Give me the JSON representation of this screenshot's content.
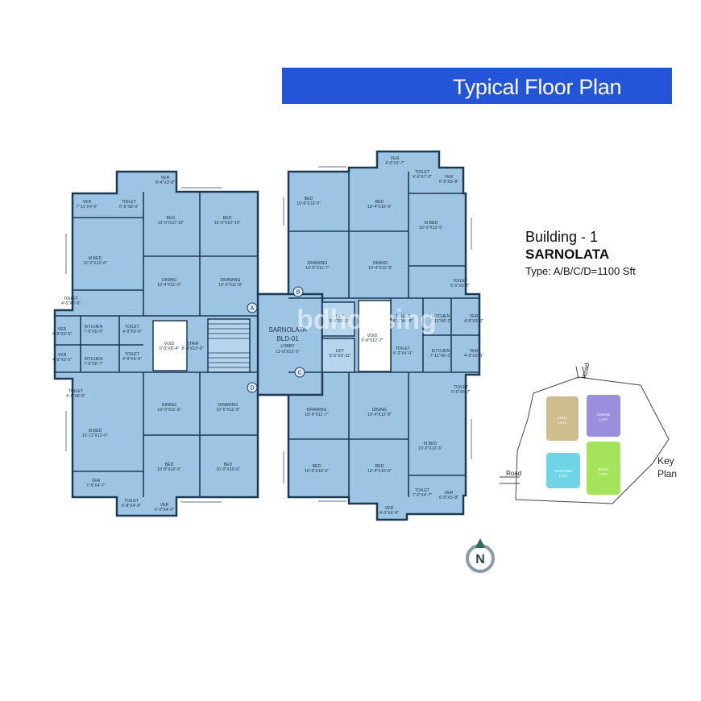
{
  "header": {
    "title": "Typical Floor Plan"
  },
  "building": {
    "heading": "Building - 1",
    "name": "SARNOLATA",
    "type": "Type: A/B/C/D=1100 Sft"
  },
  "watermark": "bdhousing",
  "colors": {
    "banner": "#2454d8",
    "room": "#9ec4e4",
    "wall": "#1d3a55"
  },
  "plan": {
    "lobby_labels": [
      "SARNOLATA",
      "BLD-01",
      "LOBBY",
      "11'-0\"X12'-9\""
    ],
    "markers": [
      "A",
      "B",
      "C",
      "D"
    ],
    "rooms": [
      {
        "name": "VER",
        "dim": "8'-4\"X3'-8\""
      },
      {
        "name": "TOILET",
        "dim": "6'-9\"X8'-0\""
      },
      {
        "name": "VER",
        "dim": "7'-11\"X4'-6\""
      },
      {
        "name": "BED",
        "dim": "10'-0\"X10'-10\""
      },
      {
        "name": "BED",
        "dim": "10'-0\"X10'-10\""
      },
      {
        "name": "M.BED",
        "dim": "12'-0\"X12'-6\""
      },
      {
        "name": "DINING",
        "dim": "10'-4\"X11'-8\""
      },
      {
        "name": "DRAWING",
        "dim": "10'-6\"X11'-8\""
      },
      {
        "name": "TOILET",
        "dim": "4'-0\"X8'-6\""
      },
      {
        "name": "VER",
        "dim": "4'-9\"X3'-5\""
      },
      {
        "name": "KITCHEN",
        "dim": "7'-6\"X5'-0\""
      },
      {
        "name": "TOILET",
        "dim": "4'-9\"X5'-0\""
      },
      {
        "name": "VOID",
        "dim": "6'-5\"X8'-4\""
      },
      {
        "name": "STAIR",
        "dim": "8'-4\"X12'-9\""
      },
      {
        "name": "VER",
        "dim": "4'-9\"X3'-5\""
      },
      {
        "name": "KITCHEN",
        "dim": "7'-6\"X5'-7\""
      },
      {
        "name": "TOILET",
        "dim": "4'-9\"X5'-0\""
      },
      {
        "name": "TOILET",
        "dim": "4'-0\"X8'-6\""
      },
      {
        "name": "DINING",
        "dim": "10'-0\"X11'-8\""
      },
      {
        "name": "DRAWING",
        "dim": "10'-6\"X11'-8\""
      },
      {
        "name": "M.BED",
        "dim": "11'-11\"X12'-0\""
      },
      {
        "name": "BED",
        "dim": "10'-0\"X10'-6\""
      },
      {
        "name": "BED",
        "dim": "10'-0\"X10'-6\""
      },
      {
        "name": "VER",
        "dim": "7'-5\"X4'-7\""
      },
      {
        "name": "TOILET",
        "dim": "6'-8\"X4'-8\""
      },
      {
        "name": "VER",
        "dim": "6'-0\"X4'-0\""
      },
      {
        "name": "VER",
        "dim": "4'-0\"X3'-7\""
      },
      {
        "name": "TOILET",
        "dim": "4'-5\"X7'-0\""
      },
      {
        "name": "VER",
        "dim": "6'-5\"X5'-8\""
      },
      {
        "name": "BED",
        "dim": "10'-6\"X10'-0\""
      },
      {
        "name": "BED",
        "dim": "10'-4\"X10'-0\""
      },
      {
        "name": "M.BED",
        "dim": "10'-0\"X12'-6\""
      },
      {
        "name": "DRAWING",
        "dim": "10'-6\"X11'-7\""
      },
      {
        "name": "DINING",
        "dim": "10'-4\"X12'-8\""
      },
      {
        "name": "TOILET",
        "dim": "5'-5\"X5'-7\""
      },
      {
        "name": "LIFT",
        "dim": "5'-5\"X5'-11\""
      },
      {
        "name": "VOID",
        "dim": "6'-8\"X12'-7\""
      },
      {
        "name": "TOILET",
        "dim": "6'-2\"X4'-8\""
      },
      {
        "name": "KITCHEN",
        "dim": "7'-11\"X6'-2\""
      },
      {
        "name": "VER",
        "dim": "4'-8\"X3'-2\""
      },
      {
        "name": "LIFT",
        "dim": "5'-5\"X5'-11\""
      },
      {
        "name": "TOILET",
        "dim": "6'-2\"X4'-0\""
      },
      {
        "name": "KITCHEN",
        "dim": "7'-11\"X6'-2\""
      },
      {
        "name": "VER",
        "dim": "4'-9\"X3'-5\""
      },
      {
        "name": "TOILET",
        "dim": "5'-5\"X5'-7\""
      },
      {
        "name": "DRAWING",
        "dim": "10'-6\"X11'-7\""
      },
      {
        "name": "DINING",
        "dim": "10'-4\"X12'-8\""
      },
      {
        "name": "M.BED",
        "dim": "10'-0\"X12'-6\""
      },
      {
        "name": "BED",
        "dim": "10'-6\"X10'-0\""
      },
      {
        "name": "BED",
        "dim": "10'-4\"X10'-0\""
      },
      {
        "name": "TOILET",
        "dim": "7'-5\"X4'-7\""
      },
      {
        "name": "VER",
        "dim": "6'-5\"X5'-8\""
      },
      {
        "name": "VER",
        "dim": "4'-0\"X6'-8\""
      }
    ]
  },
  "key_plan": {
    "title": [
      "Key",
      "Plan"
    ],
    "road_top": "Road",
    "road_left": "Road",
    "blocks": [
      {
        "name": "ASHA",
        "sub": "LATA",
        "color": "#cdbd8f"
      },
      {
        "name": "SARNO",
        "sub": "LATA",
        "color": "#9a8fdc"
      },
      {
        "name": "MADHOBI",
        "sub": "LATA",
        "color": "#6fd4e6"
      },
      {
        "name": "BANO",
        "sub": "LATA",
        "color": "#a6e35c"
      }
    ]
  },
  "compass": {
    "label": "N"
  }
}
